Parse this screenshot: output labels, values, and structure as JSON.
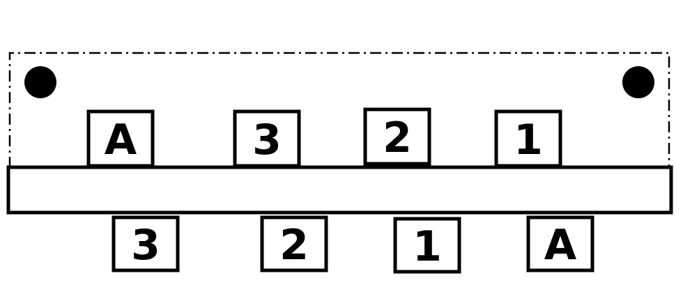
{
  "colors": {
    "stroke": "#000000",
    "fill": "#ffffff",
    "dot": "#000000"
  },
  "icons": {
    "mounting_hole_left": "filled-circle",
    "mounting_hole_right": "filled-circle"
  },
  "top_row": {
    "labels": [
      "A",
      "3",
      "2",
      "1"
    ]
  },
  "bottom_row": {
    "labels": [
      "3",
      "2",
      "1",
      "A"
    ]
  }
}
